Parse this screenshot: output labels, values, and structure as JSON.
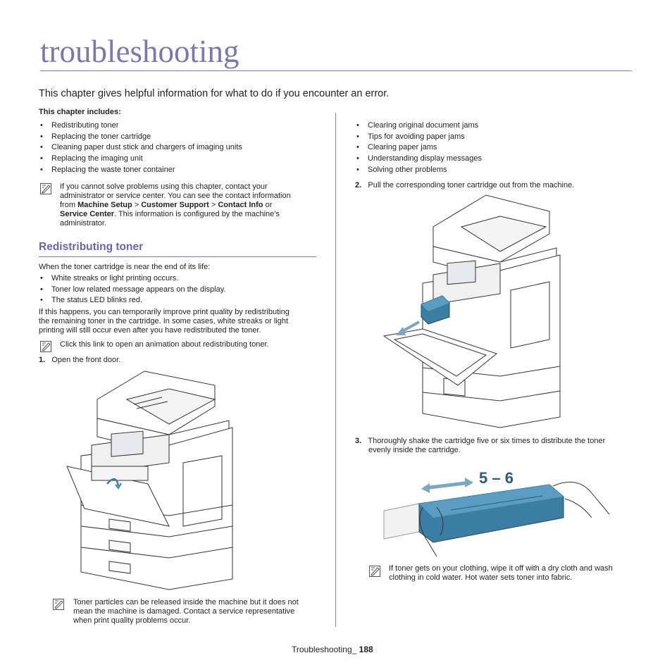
{
  "page_title": "troubleshooting",
  "intro": "This chapter gives helpful information for what to do if you encounter an error.",
  "includes_label": "This chapter includes:",
  "toc_left": [
    "Redistributing toner",
    "Replacing the toner cartridge",
    "Cleaning paper dust stick and chargers of imaging units",
    "Replacing the imaging unit",
    "Replacing the waste toner container"
  ],
  "toc_right": [
    "Clearing original document jams",
    "Tips for avoiding paper jams",
    "Clearing paper jams",
    "Understanding display messages",
    "Solving other problems"
  ],
  "note1": {
    "line1": "If you cannot solve problems using this chapter, contact your",
    "line2": "administrator or service center. You can see the contact information",
    "from": "from ",
    "b1": "Machine Setup",
    "gt1": " > ",
    "b2": "Customer Support",
    "gt2": " > ",
    "b3": "Contact Info",
    "or": " or",
    "b4": "Service Center",
    "tail": ". This information is configured by the machine’s",
    "line5": "administrator."
  },
  "section_title": "Redistributing toner",
  "near_end": "When the toner cartridge is near the end of its life:",
  "symptoms": [
    "White streaks or light printing occurs.",
    "Toner low related message appears on the display.",
    "The status LED blinks red."
  ],
  "if_happens": [
    "If this happens, you can temporarily improve print quality by redistributing",
    "the remaining toner in the cartridge. In some cases, white streaks or light",
    "printing will still occur even after you have redistributed the toner."
  ],
  "note2": "Click this link to open an animation about redistributing toner.",
  "step1": {
    "num": "1.",
    "text": "Open the front door."
  },
  "note3": [
    "Toner particles can be released inside the machine but it does not",
    "mean the machine is damaged. Contact a service representative",
    "when print quality problems occur."
  ],
  "step2": {
    "num": "2.",
    "text": "Pull the corresponding toner cartridge out from the machine."
  },
  "step3": {
    "num": "3.",
    "line1": "Thoroughly shake the cartridge five or six times to distribute the toner",
    "line2": "evenly inside the cartridge."
  },
  "shake_label": "5 – 6",
  "note4": [
    "If toner gets on your clothing, wipe it off with a dry cloth and wash",
    "clothing in cold water. Hot water sets toner into fabric."
  ],
  "footer": {
    "label": "Troubleshooting_",
    "page": "188"
  },
  "colors": {
    "accent": "#7b77b3",
    "toner_blue": "#3b7ea3"
  }
}
